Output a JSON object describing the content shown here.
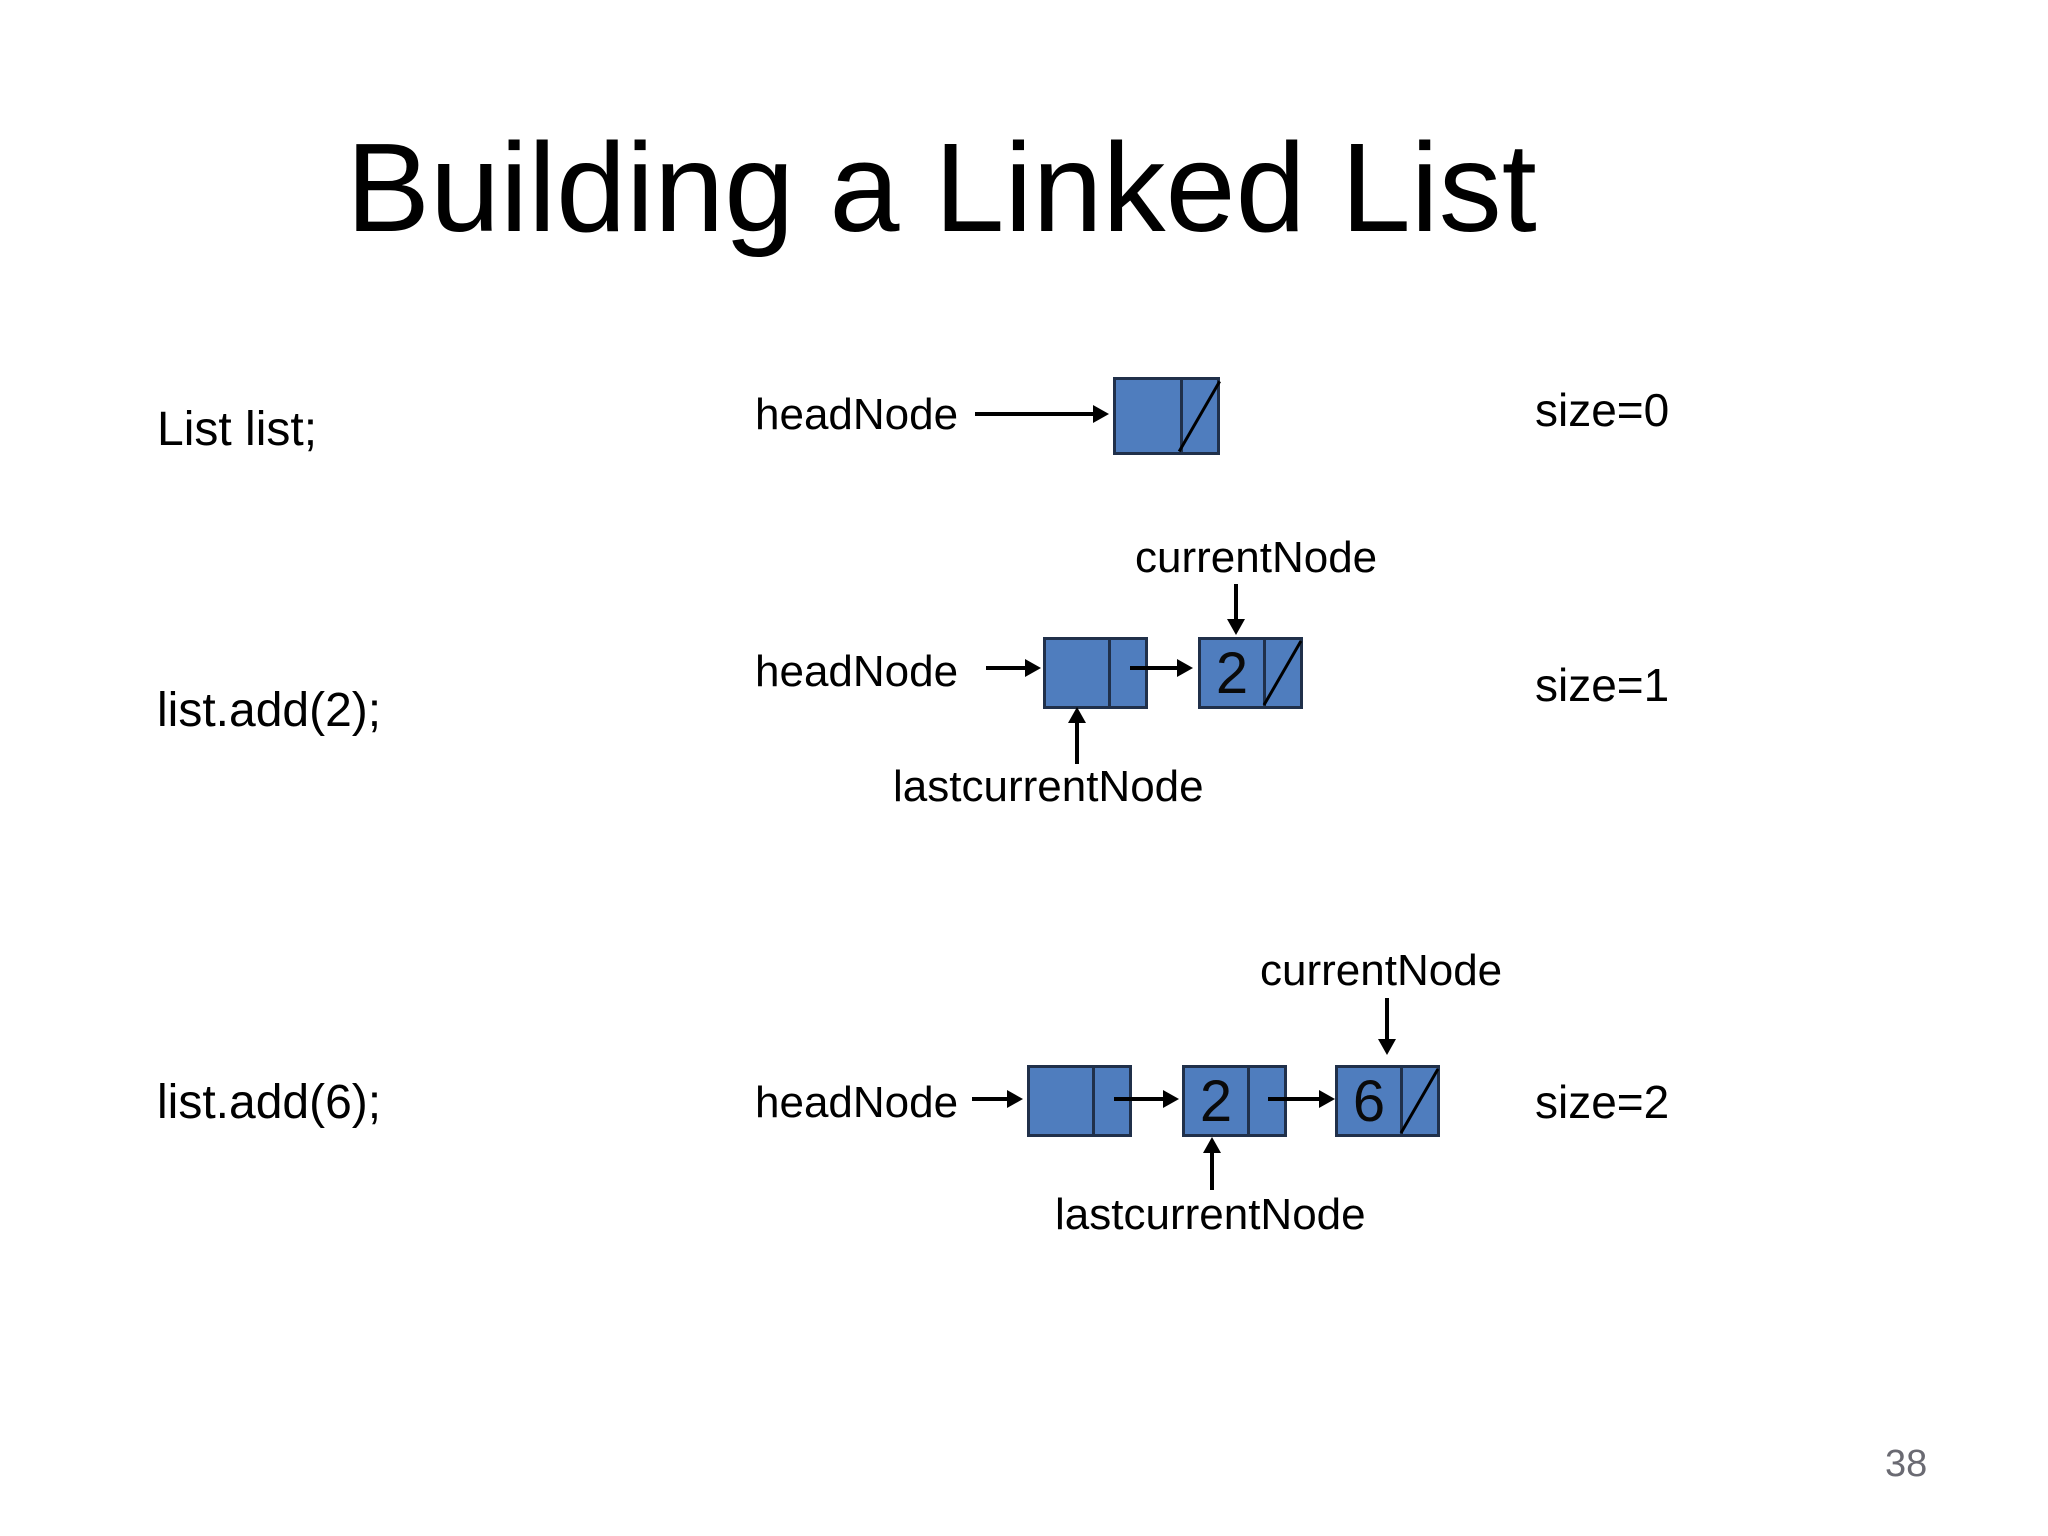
{
  "slide": {
    "title": "Building a Linked List",
    "page_number": "38",
    "colors": {
      "node_fill": "#4f7dbe",
      "node_border": "#20304a",
      "arrow": "#000000",
      "page_number_gray": "#6a6a72"
    },
    "rows": [
      {
        "code": "List list;",
        "pointer_label": "headNode",
        "size_label": "size=0",
        "nodes": [
          {
            "value": "",
            "next": "null"
          }
        ]
      },
      {
        "code": "list.add(2);",
        "pointer_label": "headNode",
        "current_label": "currentNode",
        "last_current_label": "lastcurrentNode",
        "size_label": "size=1",
        "nodes": [
          {
            "value": "",
            "next": "pointer"
          },
          {
            "value": "2",
            "next": "null"
          }
        ]
      },
      {
        "code": "list.add(6);",
        "pointer_label": "headNode",
        "current_label": "currentNode",
        "last_current_label": "lastcurrentNode",
        "size_label": "size=2",
        "nodes": [
          {
            "value": "",
            "next": "pointer"
          },
          {
            "value": "2",
            "next": "pointer"
          },
          {
            "value": "6",
            "next": "null"
          }
        ]
      }
    ]
  }
}
